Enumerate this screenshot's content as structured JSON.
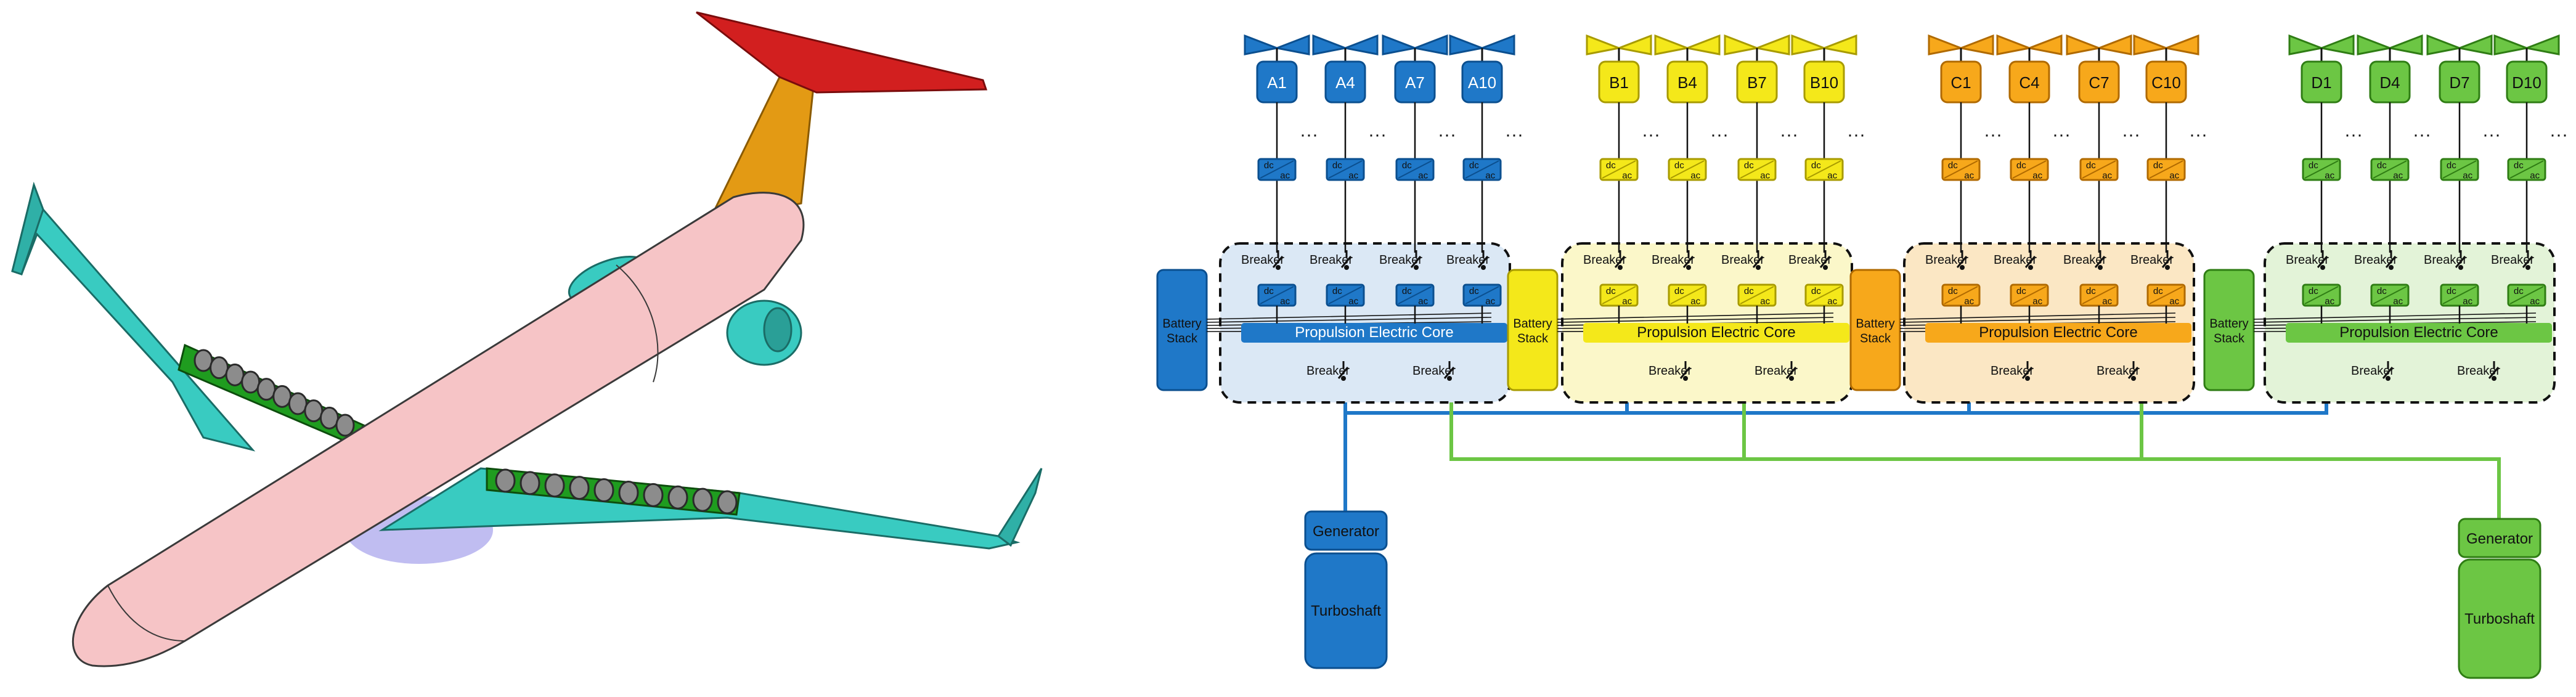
{
  "diagram": {
    "sections": [
      {
        "id": "a",
        "color": "#1f78c8",
        "dark": "#0b4f8f",
        "fill": "#dbe8f5",
        "units": [
          "A1",
          "A4",
          "A7",
          "A10"
        ],
        "battery_label": [
          "Battery",
          "Stack"
        ],
        "core_label": "Propulsion Electric Core"
      },
      {
        "id": "b",
        "color": "#f4e81a",
        "dark": "#a89b00",
        "fill": "#fbf7c9",
        "units": [
          "B1",
          "B4",
          "B7",
          "B10"
        ],
        "battery_label": [
          "Battery",
          "Stack"
        ],
        "core_label": "Propulsion Electric Core"
      },
      {
        "id": "c",
        "color": "#f7a81b",
        "dark": "#b06a00",
        "fill": "#fbe7c4",
        "units": [
          "C1",
          "C4",
          "C7",
          "C10"
        ],
        "battery_label": [
          "Battery",
          "Stack"
        ],
        "core_label": "Propulsion Electric Core"
      },
      {
        "id": "d",
        "color": "#6cc644",
        "dark": "#2f7d14",
        "fill": "#e3f3d8",
        "units": [
          "D1",
          "D4",
          "D7",
          "D10"
        ],
        "battery_label": [
          "Battery",
          "Stack"
        ],
        "core_label": "Propulsion Electric Core"
      }
    ],
    "breaker_label": "Breaker",
    "ellipsis": "···",
    "converter_top": "dc",
    "converter_bottom_upper": "ac",
    "converter_bottom_lower": "ac",
    "generators": [
      {
        "id": "left",
        "label": "Generator",
        "turbo_label": "Turboshaft",
        "color": "#1f78c8",
        "dark": "#0b4f8f"
      },
      {
        "id": "right",
        "label": "Generator",
        "turbo_label": "Turboshaft",
        "color": "#6cc644",
        "dark": "#2f7d14"
      }
    ]
  },
  "aircraft": {
    "colors": {
      "fuselage": "#f6c4c6",
      "wing": "#39cbc1",
      "flap": "#1f9c1f",
      "vertical_tail": "#e39a14",
      "horizontal_tail": "#d21f1f",
      "nacelle": "#39cbc1",
      "belly": "#b9b6f0"
    }
  }
}
